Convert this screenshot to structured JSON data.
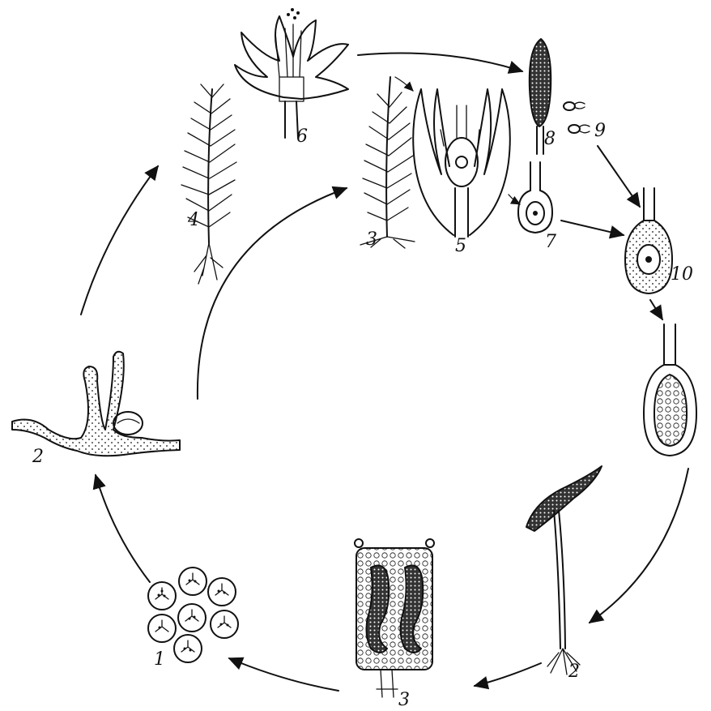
{
  "labels": {
    "l1": "1",
    "l2_left": "2",
    "l2_right": "2",
    "l3_top": "3",
    "l3_bottom": "3",
    "l4": "4",
    "l5": "5",
    "l6": "6",
    "l7": "7",
    "l8": "8",
    "l9": "9",
    "l10": "10"
  }
}
